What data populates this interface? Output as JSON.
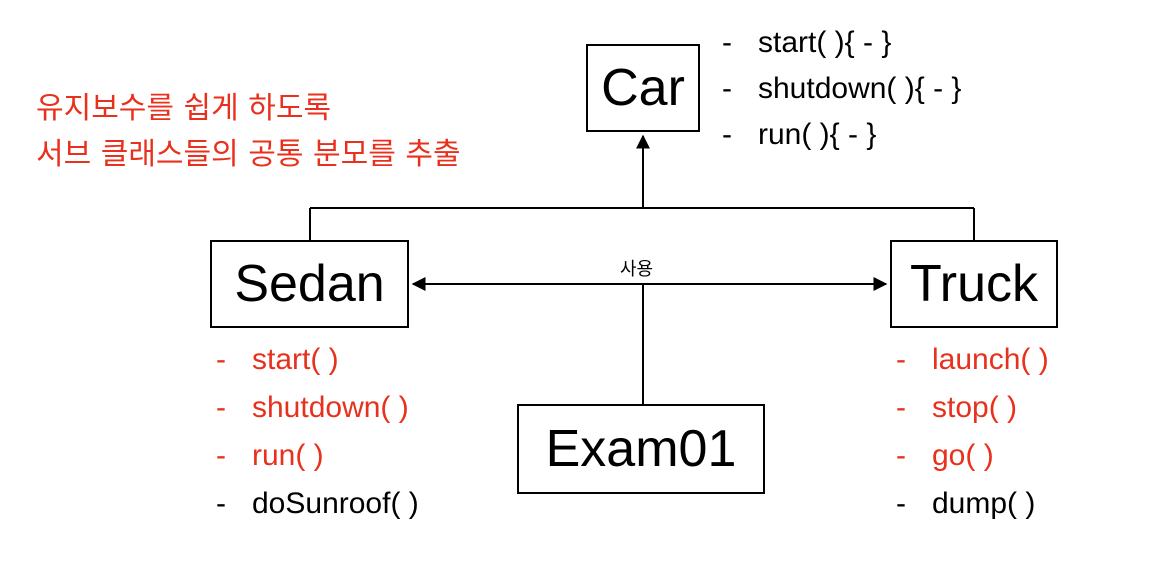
{
  "note": {
    "line1": "유지보수를 쉽게 하도록",
    "line2": "서브 클래스들의 공통 분모를 추출"
  },
  "classes": {
    "car": "Car",
    "sedan": "Sedan",
    "truck": "Truck",
    "exam": "Exam01"
  },
  "car_methods": [
    "start( ){ - }",
    "shutdown( ){ - }",
    "run( ){ - }"
  ],
  "sedan_methods": [
    {
      "label": "start( )",
      "highlight": true
    },
    {
      "label": "shutdown( )",
      "highlight": true
    },
    {
      "label": "run( )",
      "highlight": true
    },
    {
      "label": "doSunroof( )",
      "highlight": false
    }
  ],
  "truck_methods": [
    {
      "label": "launch( )",
      "highlight": true
    },
    {
      "label": "stop( )",
      "highlight": true
    },
    {
      "label": "go( )",
      "highlight": true
    },
    {
      "label": "dump( )",
      "highlight": false
    }
  ],
  "uses_label": "사용",
  "colors": {
    "highlight": "#e8301c",
    "line": "#000000"
  }
}
